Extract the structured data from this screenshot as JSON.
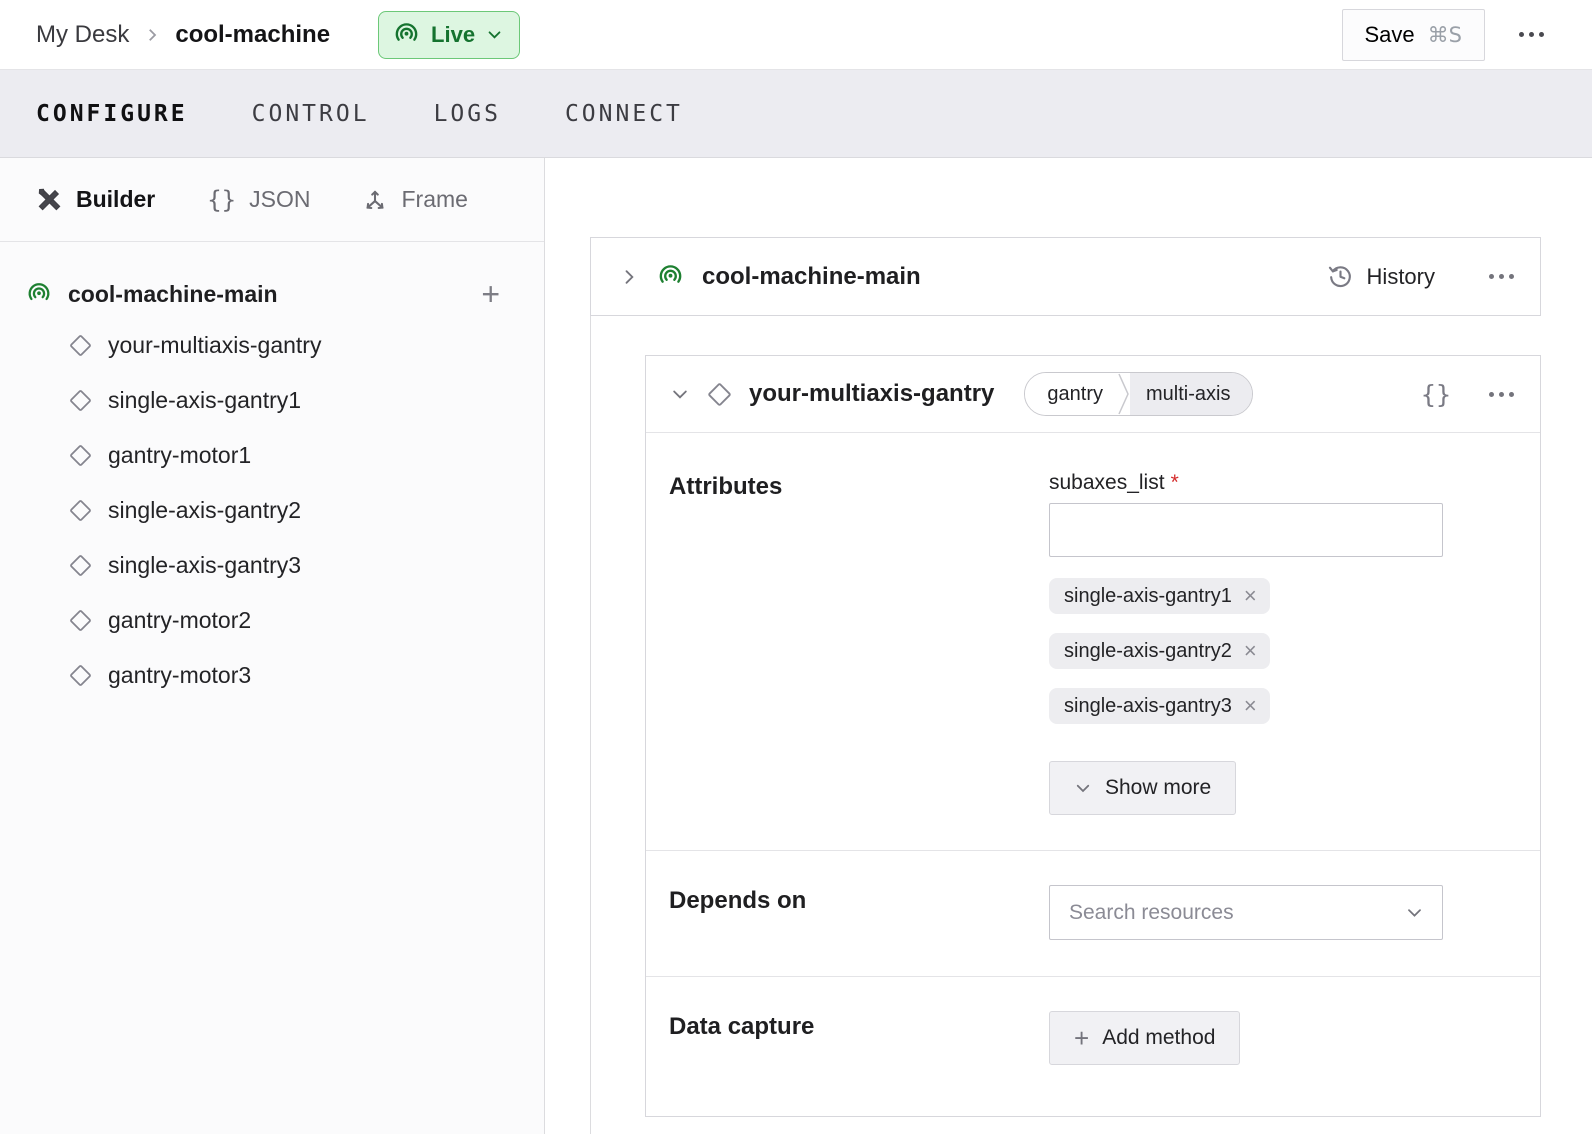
{
  "header": {
    "breadcrumb": {
      "parent": "My Desk",
      "current": "cool-machine"
    },
    "live_badge": {
      "label": "Live"
    },
    "save_button": {
      "label": "Save",
      "shortcut": "⌘S"
    }
  },
  "tabs": [
    {
      "label": "CONFIGURE",
      "active": true
    },
    {
      "label": "CONTROL",
      "active": false
    },
    {
      "label": "LOGS",
      "active": false
    },
    {
      "label": "CONNECT",
      "active": false
    }
  ],
  "sidebar": {
    "view_tabs": [
      {
        "label": "Builder",
        "active": true
      },
      {
        "label": "JSON",
        "active": false
      },
      {
        "label": "Frame",
        "active": false
      }
    ],
    "json_icon_glyph": "{}",
    "machine": {
      "name": "cool-machine-main",
      "add_label": "+"
    },
    "components": [
      "your-multiaxis-gantry",
      "single-axis-gantry1",
      "gantry-motor1",
      "single-axis-gantry2",
      "single-axis-gantry3",
      "gantry-motor2",
      "gantry-motor3"
    ]
  },
  "main": {
    "machine_panel": {
      "title": "cool-machine-main",
      "history_label": "History"
    },
    "component_card": {
      "title": "your-multiaxis-gantry",
      "tags": [
        "gantry",
        "multi-axis"
      ],
      "json_icon_glyph": "{}",
      "attributes": {
        "section_label": "Attributes",
        "field_label": "subaxes_list",
        "required_marker": "*",
        "input_value": "",
        "chips": [
          "single-axis-gantry1",
          "single-axis-gantry2",
          "single-axis-gantry3"
        ],
        "chip_remove_glyph": "×",
        "show_more_label": "Show more"
      },
      "depends_on": {
        "section_label": "Depends on",
        "placeholder": "Search resources"
      },
      "data_capture": {
        "section_label": "Data capture",
        "add_method_label": "Add method",
        "plus_glyph": "+"
      }
    }
  },
  "icons": {
    "live": "broadcast-signal",
    "machine": "broadcast-signal",
    "component": "diamond-outline",
    "builder": "crossed-tools",
    "json": "curly-braces",
    "frame": "axes-tripod",
    "history": "clock-undo",
    "menus": "ellipsis"
  },
  "colors": {
    "live_bg": "#ddf6e1",
    "live_border": "#6cc878",
    "live_text": "#15732f",
    "machine_icon_green": "#1e8031",
    "tabbar_bg": "#ececf1",
    "chip_bg": "#ededf0",
    "required_red": "#d42b2b"
  }
}
